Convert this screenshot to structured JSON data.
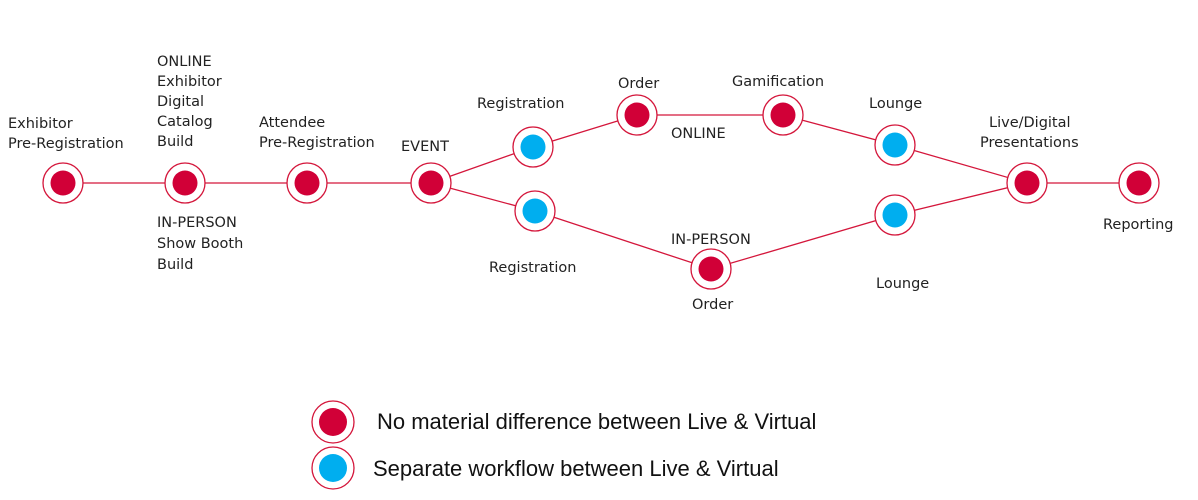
{
  "colors": {
    "red": "#d10037",
    "blue": "#00aeef",
    "line": "#d4163b"
  },
  "nodes": {
    "exhibitor_prereg": {
      "type": "red",
      "label": [
        "Exhibitor",
        "Pre-Registration"
      ]
    },
    "booth": {
      "type": "red",
      "label_online": [
        "ONLINE",
        "Exhibitor",
        "Digital",
        "Catalog",
        "Build"
      ],
      "label_inperson": [
        "IN-PERSON",
        "Show Booth",
        "Build"
      ]
    },
    "attendee_prereg": {
      "type": "red",
      "label": [
        "Attendee",
        "Pre-Registration"
      ]
    },
    "event": {
      "type": "red",
      "label": [
        "EVENT"
      ]
    },
    "online_registration": {
      "type": "blue",
      "label": [
        "Registration"
      ]
    },
    "online_order": {
      "type": "red",
      "label": [
        "Order"
      ]
    },
    "gamification": {
      "type": "red",
      "label": [
        "Gamification"
      ]
    },
    "online_lounge": {
      "type": "blue",
      "label": [
        "Lounge"
      ]
    },
    "live_presentations": {
      "type": "red",
      "label": [
        "Live/Digital",
        "Presentations"
      ]
    },
    "reporting": {
      "type": "red",
      "label": [
        "Reporting"
      ]
    },
    "inperson_registration": {
      "type": "blue",
      "label": [
        "Registration"
      ]
    },
    "inperson_order": {
      "type": "red",
      "label": [
        "Order"
      ]
    },
    "inperson_lounge": {
      "type": "blue",
      "label": [
        "Lounge"
      ]
    }
  },
  "branch_labels": {
    "online": "ONLINE",
    "inperson": "IN-PERSON"
  },
  "legend": [
    {
      "type": "red",
      "text": "No material difference between Live & Virtual"
    },
    {
      "type": "blue",
      "text": "Separate workflow between Live & Virtual"
    }
  ]
}
